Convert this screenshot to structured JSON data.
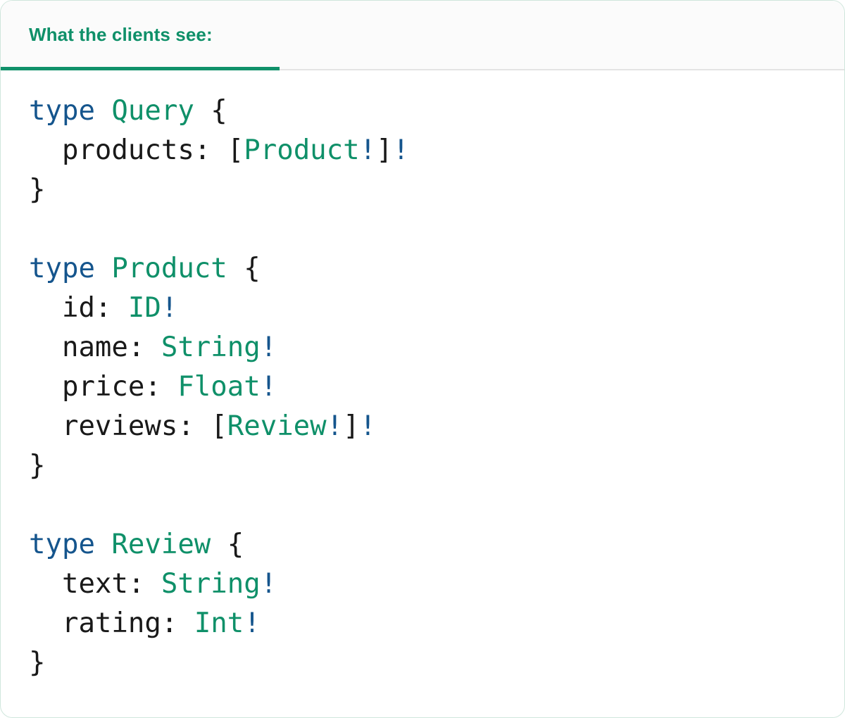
{
  "card": {
    "border_color": "#cfe6dc",
    "background": "#ffffff"
  },
  "tabs": [
    {
      "label": "What the clients see:",
      "active": true,
      "accent_color": "#10916a"
    }
  ],
  "colors": {
    "keyword": "#15558d",
    "type_name": "#0f9069",
    "punctuation": "#191919",
    "header_background": "#fbfbfb",
    "divider": "#e4e4e4"
  },
  "code": {
    "language": "graphql",
    "text": "type Query {\n  products: [Product!]!\n}\n\ntype Product {\n  id: ID!\n  name: String!\n  price: Float!\n  reviews: [Review!]!\n}\n\ntype Review {\n  text: String!\n  rating: Int!\n}",
    "lines": [
      {
        "tokens": [
          {
            "t": "type",
            "c": "kw"
          },
          {
            "t": " ",
            "c": "punc"
          },
          {
            "t": "Query",
            "c": "tname"
          },
          {
            "t": " {",
            "c": "punc"
          }
        ]
      },
      {
        "tokens": [
          {
            "t": "  products: [",
            "c": "punc"
          },
          {
            "t": "Product",
            "c": "tname"
          },
          {
            "t": "!",
            "c": "kw"
          },
          {
            "t": "]",
            "c": "punc"
          },
          {
            "t": "!",
            "c": "kw"
          }
        ]
      },
      {
        "tokens": [
          {
            "t": "}",
            "c": "punc"
          }
        ]
      },
      {
        "tokens": []
      },
      {
        "tokens": [
          {
            "t": "type",
            "c": "kw"
          },
          {
            "t": " ",
            "c": "punc"
          },
          {
            "t": "Product",
            "c": "tname"
          },
          {
            "t": " {",
            "c": "punc"
          }
        ]
      },
      {
        "tokens": [
          {
            "t": "  id: ",
            "c": "punc"
          },
          {
            "t": "ID",
            "c": "tname"
          },
          {
            "t": "!",
            "c": "kw"
          }
        ]
      },
      {
        "tokens": [
          {
            "t": "  name: ",
            "c": "punc"
          },
          {
            "t": "String",
            "c": "tname"
          },
          {
            "t": "!",
            "c": "kw"
          }
        ]
      },
      {
        "tokens": [
          {
            "t": "  price: ",
            "c": "punc"
          },
          {
            "t": "Float",
            "c": "tname"
          },
          {
            "t": "!",
            "c": "kw"
          }
        ]
      },
      {
        "tokens": [
          {
            "t": "  reviews: [",
            "c": "punc"
          },
          {
            "t": "Review",
            "c": "tname"
          },
          {
            "t": "!",
            "c": "kw"
          },
          {
            "t": "]",
            "c": "punc"
          },
          {
            "t": "!",
            "c": "kw"
          }
        ]
      },
      {
        "tokens": [
          {
            "t": "}",
            "c": "punc"
          }
        ]
      },
      {
        "tokens": []
      },
      {
        "tokens": [
          {
            "t": "type",
            "c": "kw"
          },
          {
            "t": " ",
            "c": "punc"
          },
          {
            "t": "Review",
            "c": "tname"
          },
          {
            "t": " {",
            "c": "punc"
          }
        ]
      },
      {
        "tokens": [
          {
            "t": "  text: ",
            "c": "punc"
          },
          {
            "t": "String",
            "c": "tname"
          },
          {
            "t": "!",
            "c": "kw"
          }
        ]
      },
      {
        "tokens": [
          {
            "t": "  rating: ",
            "c": "punc"
          },
          {
            "t": "Int",
            "c": "tname"
          },
          {
            "t": "!",
            "c": "kw"
          }
        ]
      },
      {
        "tokens": [
          {
            "t": "}",
            "c": "punc"
          }
        ]
      }
    ]
  }
}
